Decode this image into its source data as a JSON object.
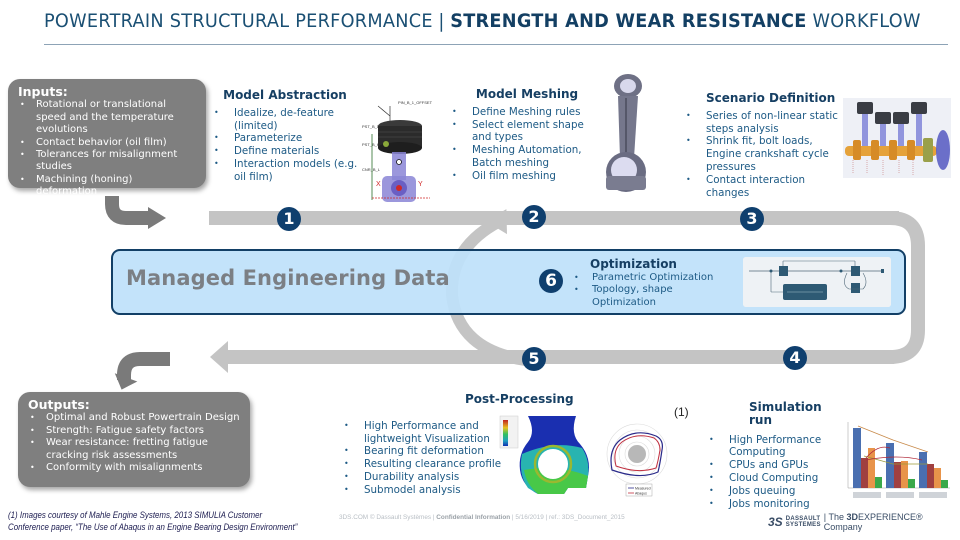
{
  "header": {
    "title_light": "POWERTRAIN STRUCTURAL PERFORMANCE",
    "separator": "|",
    "title_bold": "STRENGTH AND WEAR RESISTANCE",
    "title_suffix": "WORKFLOW"
  },
  "inputs": {
    "title": "Inputs:",
    "items": [
      "Rotational or translational speed and the temperature evolutions",
      "Contact behavior (oil film)",
      "Tolerances for misalignment studies",
      "Machining (honing) deformation"
    ]
  },
  "outputs": {
    "title": "Outputs:",
    "items": [
      "Optimal and Robust Powertrain Design",
      "Strength: Fatigue safety factors",
      "Wear resistance: fretting fatigue cracking risk  assessments",
      "Conformity with misalignments"
    ]
  },
  "steps": [
    {
      "number": "1",
      "title": "Model Abstraction",
      "items": [
        "Idealize, de-feature (limited)",
        "Parameterize",
        "Define materials",
        "Interaction models (e.g. oil film)"
      ],
      "image": "piston-connecting-rod-model",
      "image_labels": [
        "PIN_B_1_OFFSET",
        "PST_B_D",
        "PST_B_H",
        "CNR_B_L",
        "X",
        "Y"
      ]
    },
    {
      "number": "2",
      "title": "Model Meshing",
      "items": [
        "Define Meshing rules",
        "Select element shape and types",
        "Meshing Automation, Batch meshing",
        "Oil film meshing"
      ],
      "image": "connecting-rod-mesh"
    },
    {
      "number": "3",
      "title": "Scenario Definition",
      "items": [
        "Series of non-linear static steps analysis",
        "Shrink fit, bolt loads, Engine crankshaft cycle pressures",
        "Contact interaction changes"
      ],
      "image": "crankshaft-assembly"
    },
    {
      "number": "4",
      "title": "Simulation run",
      "items": [
        "High Performance Computing",
        "CPUs and GPUs",
        "Cloud Computing",
        "Jobs queuing",
        "Jobs monitoring"
      ],
      "image": "performance-bar-chart"
    },
    {
      "number": "5",
      "title": "Post-Processing",
      "items": [
        "High Performance and lightweight Visualization",
        "Bearing fit deformation",
        "Resulting clearance profile",
        "Durability analysis",
        "Submodel analysis"
      ],
      "image": "bearing-contour-and-polar-plot",
      "polar_legend": [
        "Measured",
        "Abaqus"
      ]
    },
    {
      "number": "6",
      "title": "Optimization",
      "items": [
        "Parametric Optimization",
        "Topology, shape Optimization"
      ],
      "image": "optimization-workflow-diagram"
    }
  ],
  "center": {
    "label": "Managed Engineering Data"
  },
  "colors": {
    "title": "#1a4f73",
    "badge": "#0f3f6e",
    "grey_box": "#7f7f7f",
    "loop_arrow": "#c4c4c4",
    "center_fill": "#bee1fa",
    "center_border": "#123f66",
    "center_text": "#7b7f84"
  },
  "footer": {
    "reference_marker": "(1)",
    "footnote_line1": "(1) Images courtesy of Mahle Engine Systems, 2013 SIMULIA  Customer",
    "footnote_line2": "Conference paper, “The Use of Abaqus in an Engine Bearing Design Environment”",
    "confidential_prefix": "3DS.COM © Dassault Systèmes |",
    "confidential_label": "Confidential Information",
    "confidential_suffix": "| 5/16/2019 | ref.: 3DS_Document_2015",
    "brand_logo": "3S",
    "brand_name_line1": "DASSAULT",
    "brand_name_line2": "SYSTEMES",
    "brand_tagline_prefix": "| The ",
    "brand_tagline_bold": "3D",
    "brand_tagline_suffix": "EXPERIENCE® Company"
  }
}
